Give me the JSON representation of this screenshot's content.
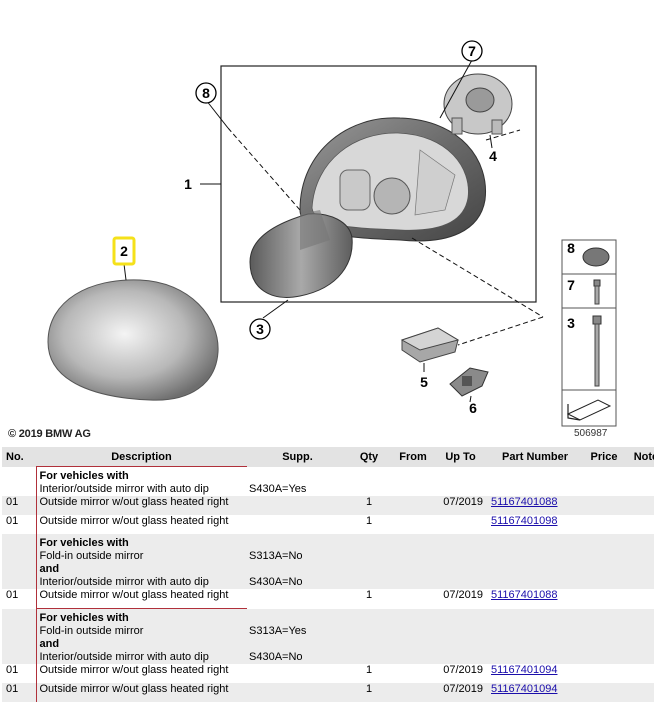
{
  "diagram": {
    "callouts": [
      "1",
      "2",
      "3",
      "4",
      "5",
      "6",
      "7",
      "8"
    ],
    "legend": [
      {
        "label": "8",
        "icon": "plug-cap-icon"
      },
      {
        "label": "7",
        "icon": "screw-icon"
      },
      {
        "label": "3",
        "icon": "bolt-icon"
      }
    ],
    "copyright": "© 2019 BMW AG",
    "figure_number": "506987",
    "colors": {
      "highlight": "#f5e11a",
      "callout_border": "#000000"
    }
  },
  "table": {
    "headers": [
      "No.",
      "Description",
      "Supp.",
      "Qty",
      "From",
      "Up To",
      "Part Number",
      "Price",
      "Notes"
    ],
    "groups": [
      {
        "condition": {
          "title": "For vehicles with",
          "lines": [
            "Interior/outside mirror with auto dip"
          ],
          "supps": [
            "S430A=Yes"
          ]
        },
        "rows": [
          {
            "no": "01",
            "desc": "Outside mirror w/out glass heated right",
            "qty": "1",
            "from": "",
            "upto": "07/2019",
            "pn": "51167401088",
            "price": "",
            "notes": ""
          },
          {
            "no": "01",
            "desc": "Outside mirror w/out glass heated right",
            "qty": "1",
            "from": "",
            "upto": "",
            "pn": "51167401098",
            "price": "",
            "notes": ""
          }
        ]
      },
      {
        "condition": {
          "title": "For vehicles with",
          "lines": [
            "Fold-in outside mirror",
            "and",
            "Interior/outside mirror with auto dip"
          ],
          "supps": [
            "S313A=No",
            "",
            "S430A=No"
          ]
        },
        "rows": [
          {
            "no": "01",
            "desc": "Outside mirror w/out glass heated right",
            "qty": "1",
            "from": "",
            "upto": "07/2019",
            "pn": "51167401088",
            "price": "",
            "notes": ""
          }
        ]
      },
      {
        "condition": {
          "title": "For vehicles with",
          "lines": [
            "Fold-in outside mirror",
            "and",
            "Interior/outside mirror with auto dip"
          ],
          "supps": [
            "S313A=Yes",
            "",
            "S430A=No"
          ]
        },
        "rows": [
          {
            "no": "01",
            "desc": "Outside mirror w/out glass heated right",
            "qty": "1",
            "from": "",
            "upto": "07/2019",
            "pn": "51167401094",
            "price": "",
            "notes": ""
          },
          {
            "no": "01",
            "desc": "Outside mirror w/out glass heated right",
            "qty": "1",
            "from": "",
            "upto": "07/2019",
            "pn": "51167401094",
            "price": "",
            "notes": ""
          }
        ]
      }
    ]
  }
}
